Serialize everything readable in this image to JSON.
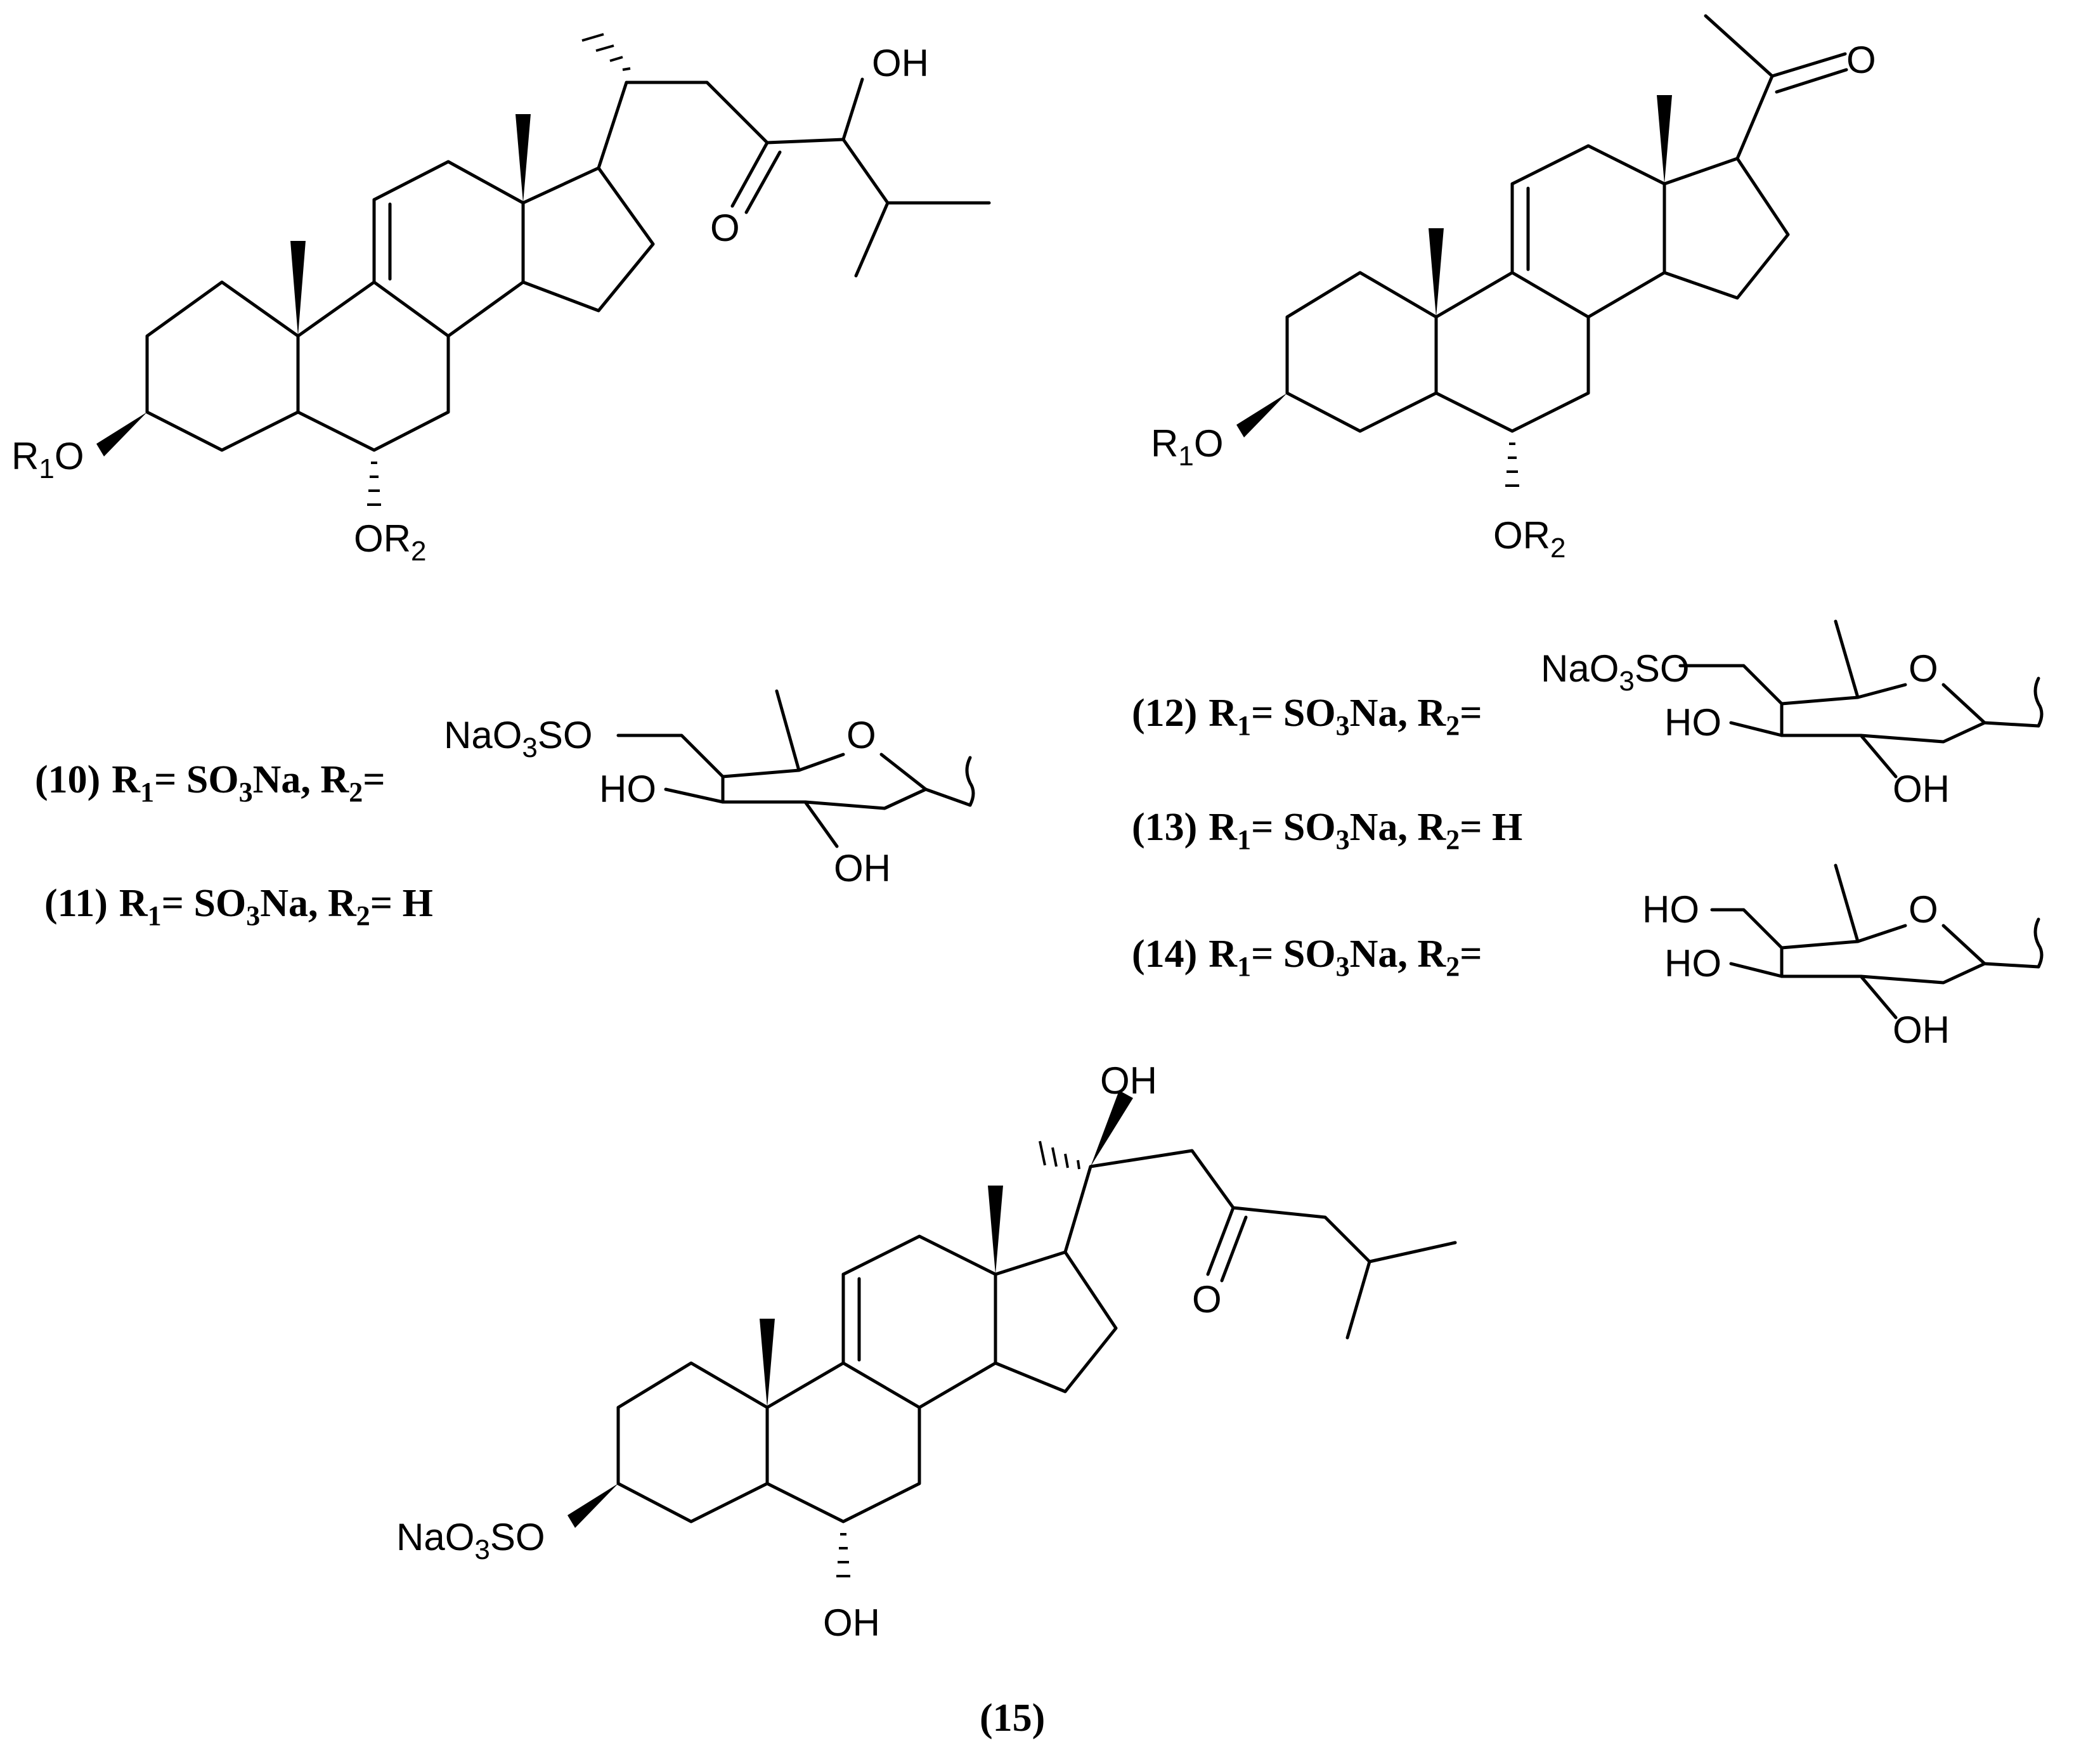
{
  "labels": {
    "oh": "OH",
    "o": "O",
    "r1o": "R1O",
    "or2": "OR2",
    "nao3so": "NaO3SO",
    "ho": "HO"
  },
  "captions": {
    "c10": {
      "num": "(10)",
      "r1": "R1= SO3Na,",
      "r2": "R2="
    },
    "c11": {
      "num": "(11)",
      "r1": "R1= SO3Na,",
      "r2": "R2= H"
    },
    "c12": {
      "num": "(12)",
      "r1": "R1= SO3Na,",
      "r2": "R2="
    },
    "c13": {
      "num": "(13)",
      "r1": "R1= SO3Na,",
      "r2": "R2= H"
    },
    "c14": {
      "num": "(14)",
      "r1": "R1= SO3Na,",
      "r2": "R2="
    },
    "c15": {
      "num": "(15)"
    }
  }
}
